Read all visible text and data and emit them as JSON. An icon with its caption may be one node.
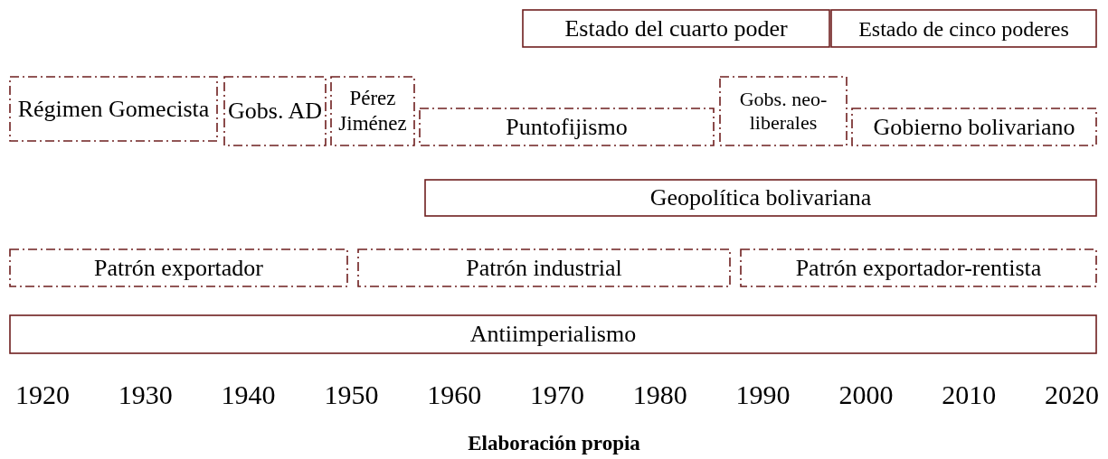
{
  "diagram": {
    "caption": "Elaboración propia",
    "nodes": [
      {
        "text": [
          "Estado del cuarto poder"
        ]
      },
      {
        "text": [
          "Estado de cinco poderes"
        ]
      },
      {
        "text": [
          "Régimen Gomecista"
        ]
      },
      {
        "text": [
          "Gobs. AD"
        ]
      },
      {
        "text": [
          "Pérez Jiménez"
        ]
      },
      {
        "text": [
          "Puntofijismo"
        ]
      },
      {
        "text": [
          "Gobs. neo-liberales"
        ]
      },
      {
        "text": [
          "Gobierno bolivariano"
        ]
      },
      {
        "text": [
          "Geopolítica bolivariana"
        ]
      },
      {
        "text": [
          "Patrón exportador"
        ]
      },
      {
        "text": [
          "Patrón industrial"
        ]
      },
      {
        "text": [
          "Patrón exportador-rentista"
        ]
      },
      {
        "text": [
          "Antiimperialismo"
        ]
      }
    ],
    "edges": [],
    "labels": [
      "1920",
      "1930",
      "1940",
      "1950",
      "1960",
      "1970",
      "1980",
      "1990",
      "2000",
      "2010",
      "2020"
    ]
  }
}
